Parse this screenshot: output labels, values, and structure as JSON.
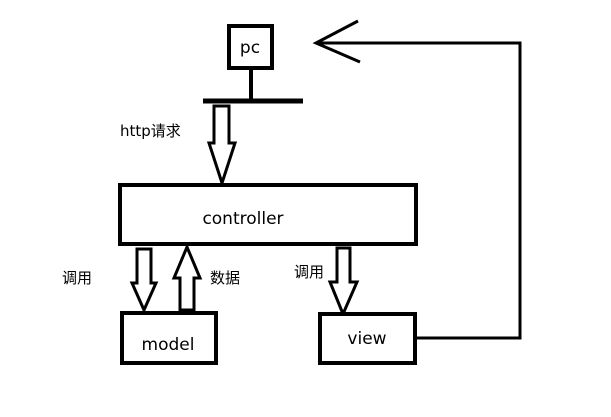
{
  "nodes": {
    "pc": "pc",
    "controller": "controller",
    "model": "model",
    "view": "view"
  },
  "edges": {
    "request": "http请求",
    "call_model": "调用",
    "data_return": "数据",
    "call_view": "调用"
  },
  "colors": {
    "stroke": "#000000",
    "background": "#ffffff"
  }
}
